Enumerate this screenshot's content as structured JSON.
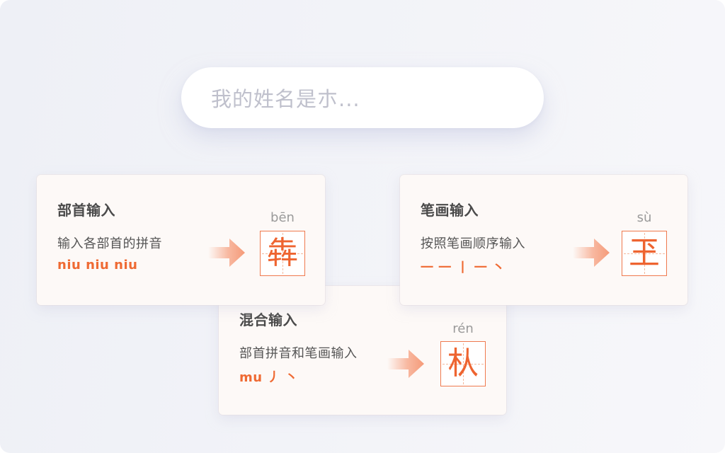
{
  "search": {
    "placeholder": "我的姓名是朩..."
  },
  "colors": {
    "accent": "#ef6a33",
    "title_text": "#4a4a4a",
    "desc_text": "#555555",
    "placeholder_text": "#bfc0cc",
    "card_bg": "#fdf9f7",
    "box_border": "#ef7a4f"
  },
  "cards": [
    {
      "id": "radical",
      "title": "部首输入",
      "description": "输入各部首的拼音",
      "input_example": "niu niu niu",
      "result": {
        "pinyin": "bēn",
        "character": "犇"
      },
      "arrow_icon": "arrow-right-icon"
    },
    {
      "id": "stroke",
      "title": "笔画输入",
      "description": "按照笔画顺序输入",
      "input_example": "一 一 丨 一 丶",
      "result": {
        "pinyin": "sù",
        "character": "玊"
      },
      "arrow_icon": "arrow-right-icon"
    },
    {
      "id": "mixed",
      "title": "混合输入",
      "description": "部首拼音和笔画输入",
      "input_example": "mu 丿 丶",
      "result": {
        "pinyin": "rén",
        "character": "朲"
      },
      "arrow_icon": "arrow-right-icon"
    }
  ]
}
